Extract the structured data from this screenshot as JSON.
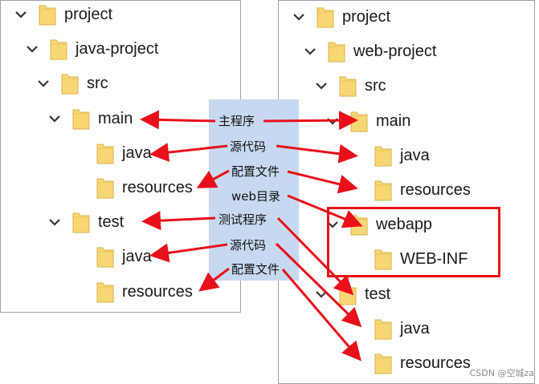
{
  "left_tree": [
    {
      "label": "project",
      "expanded": true
    },
    {
      "label": "java-project",
      "expanded": true
    },
    {
      "label": "src",
      "expanded": true
    },
    {
      "label": "main",
      "expanded": true
    },
    {
      "label": "java",
      "expanded": false
    },
    {
      "label": "resources",
      "expanded": false
    },
    {
      "label": "test",
      "expanded": true
    },
    {
      "label": "java",
      "expanded": false
    },
    {
      "label": "resources",
      "expanded": false
    }
  ],
  "right_tree": [
    {
      "label": "project",
      "expanded": true
    },
    {
      "label": "web-project",
      "expanded": true
    },
    {
      "label": "src",
      "expanded": true
    },
    {
      "label": "main",
      "expanded": true
    },
    {
      "label": "java",
      "expanded": false
    },
    {
      "label": "resources",
      "expanded": false
    },
    {
      "label": "webapp",
      "expanded": true
    },
    {
      "label": "WEB-INF",
      "expanded": false
    },
    {
      "label": "test",
      "expanded": true
    },
    {
      "label": "java",
      "expanded": false
    },
    {
      "label": "resources",
      "expanded": false
    }
  ],
  "annotations": [
    "主程序",
    "源代码",
    "配置文件",
    "web目录",
    "测试程序",
    "源代码",
    "配置文件"
  ],
  "watermark": "CSDN @空城za",
  "colors": {
    "arrow": "#e8101a",
    "strip": "#c7d9f0",
    "folder": "#f7d774",
    "highlight": "#e8101a"
  },
  "icons": {
    "expanded": "chevron-down-icon",
    "folder": "folder-icon",
    "arrow": "arrow-icon"
  }
}
